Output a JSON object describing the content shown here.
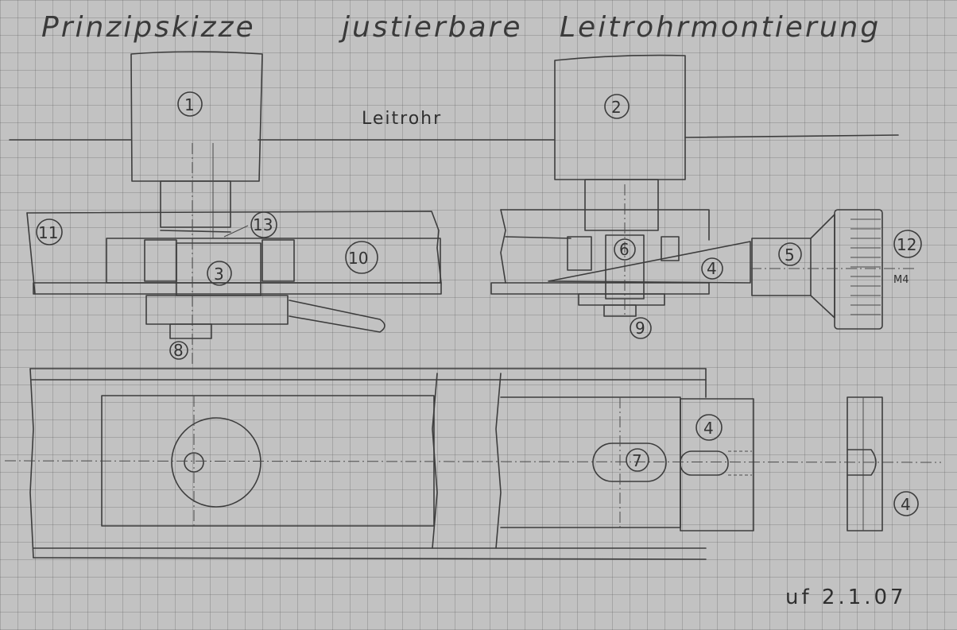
{
  "title": {
    "word1": "Prinzipskizze",
    "word2": "justierbare",
    "word3": "Leitrohrmontierung"
  },
  "labels": {
    "leitrohr": "Leitrohr",
    "m4": "M4",
    "signature": "uf 2.1.07"
  },
  "parts": {
    "p1": "1",
    "p2": "2",
    "p3": "3",
    "p4a": "4",
    "p4b": "4",
    "p4c": "4",
    "p5": "5",
    "p6": "6",
    "p7": "7",
    "p8": "8",
    "p9": "9",
    "p10": "10",
    "p11": "11",
    "p12": "12",
    "p13": "13"
  }
}
